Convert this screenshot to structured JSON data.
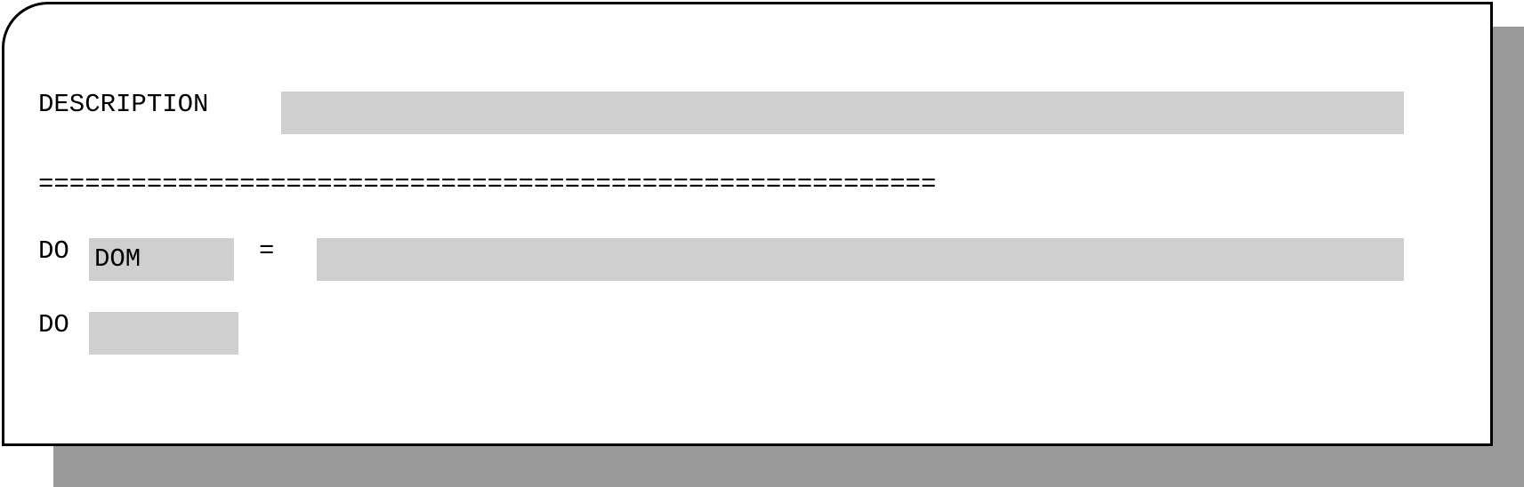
{
  "form": {
    "description_label": "DESCRIPTION",
    "description_value": "",
    "separator": "==========================================================",
    "row1_prefix": "DO",
    "row1_field_value": "DOM",
    "row1_equals": "=",
    "row1_value": "",
    "row2_prefix": "DO",
    "row2_field_value": ""
  },
  "colors": {
    "field_background": "#cfcfcf",
    "shadow": "#999999",
    "border": "#000000"
  }
}
